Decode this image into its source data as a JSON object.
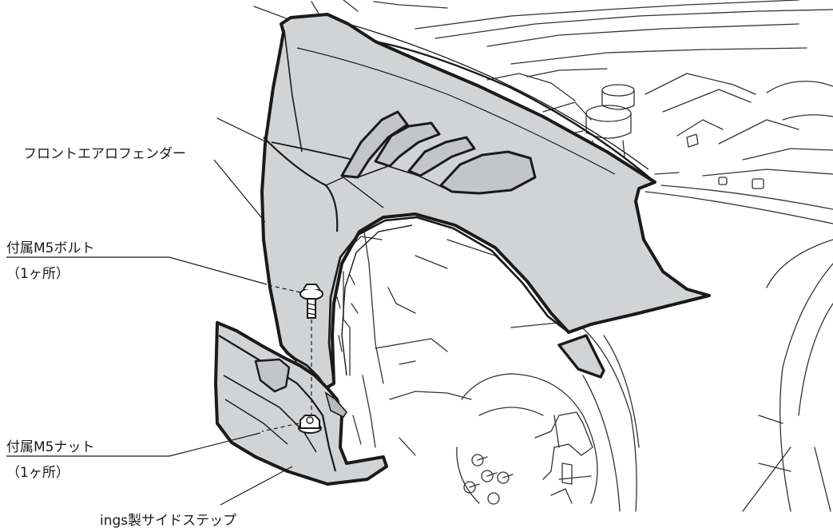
{
  "labels": {
    "fender": "フロントエアロフェンダー",
    "bolt": "付属M5ボルト",
    "bolt_qty": "（1ヶ所）",
    "nut": "付属M5ナット",
    "nut_qty": "（1ヶ所）",
    "side_step": "ings製サイドステップ"
  },
  "colors": {
    "part_fill": "#d2d3d5",
    "part_outline": "#1a1a1a",
    "line_art": "#333333",
    "background": "#ffffff"
  }
}
